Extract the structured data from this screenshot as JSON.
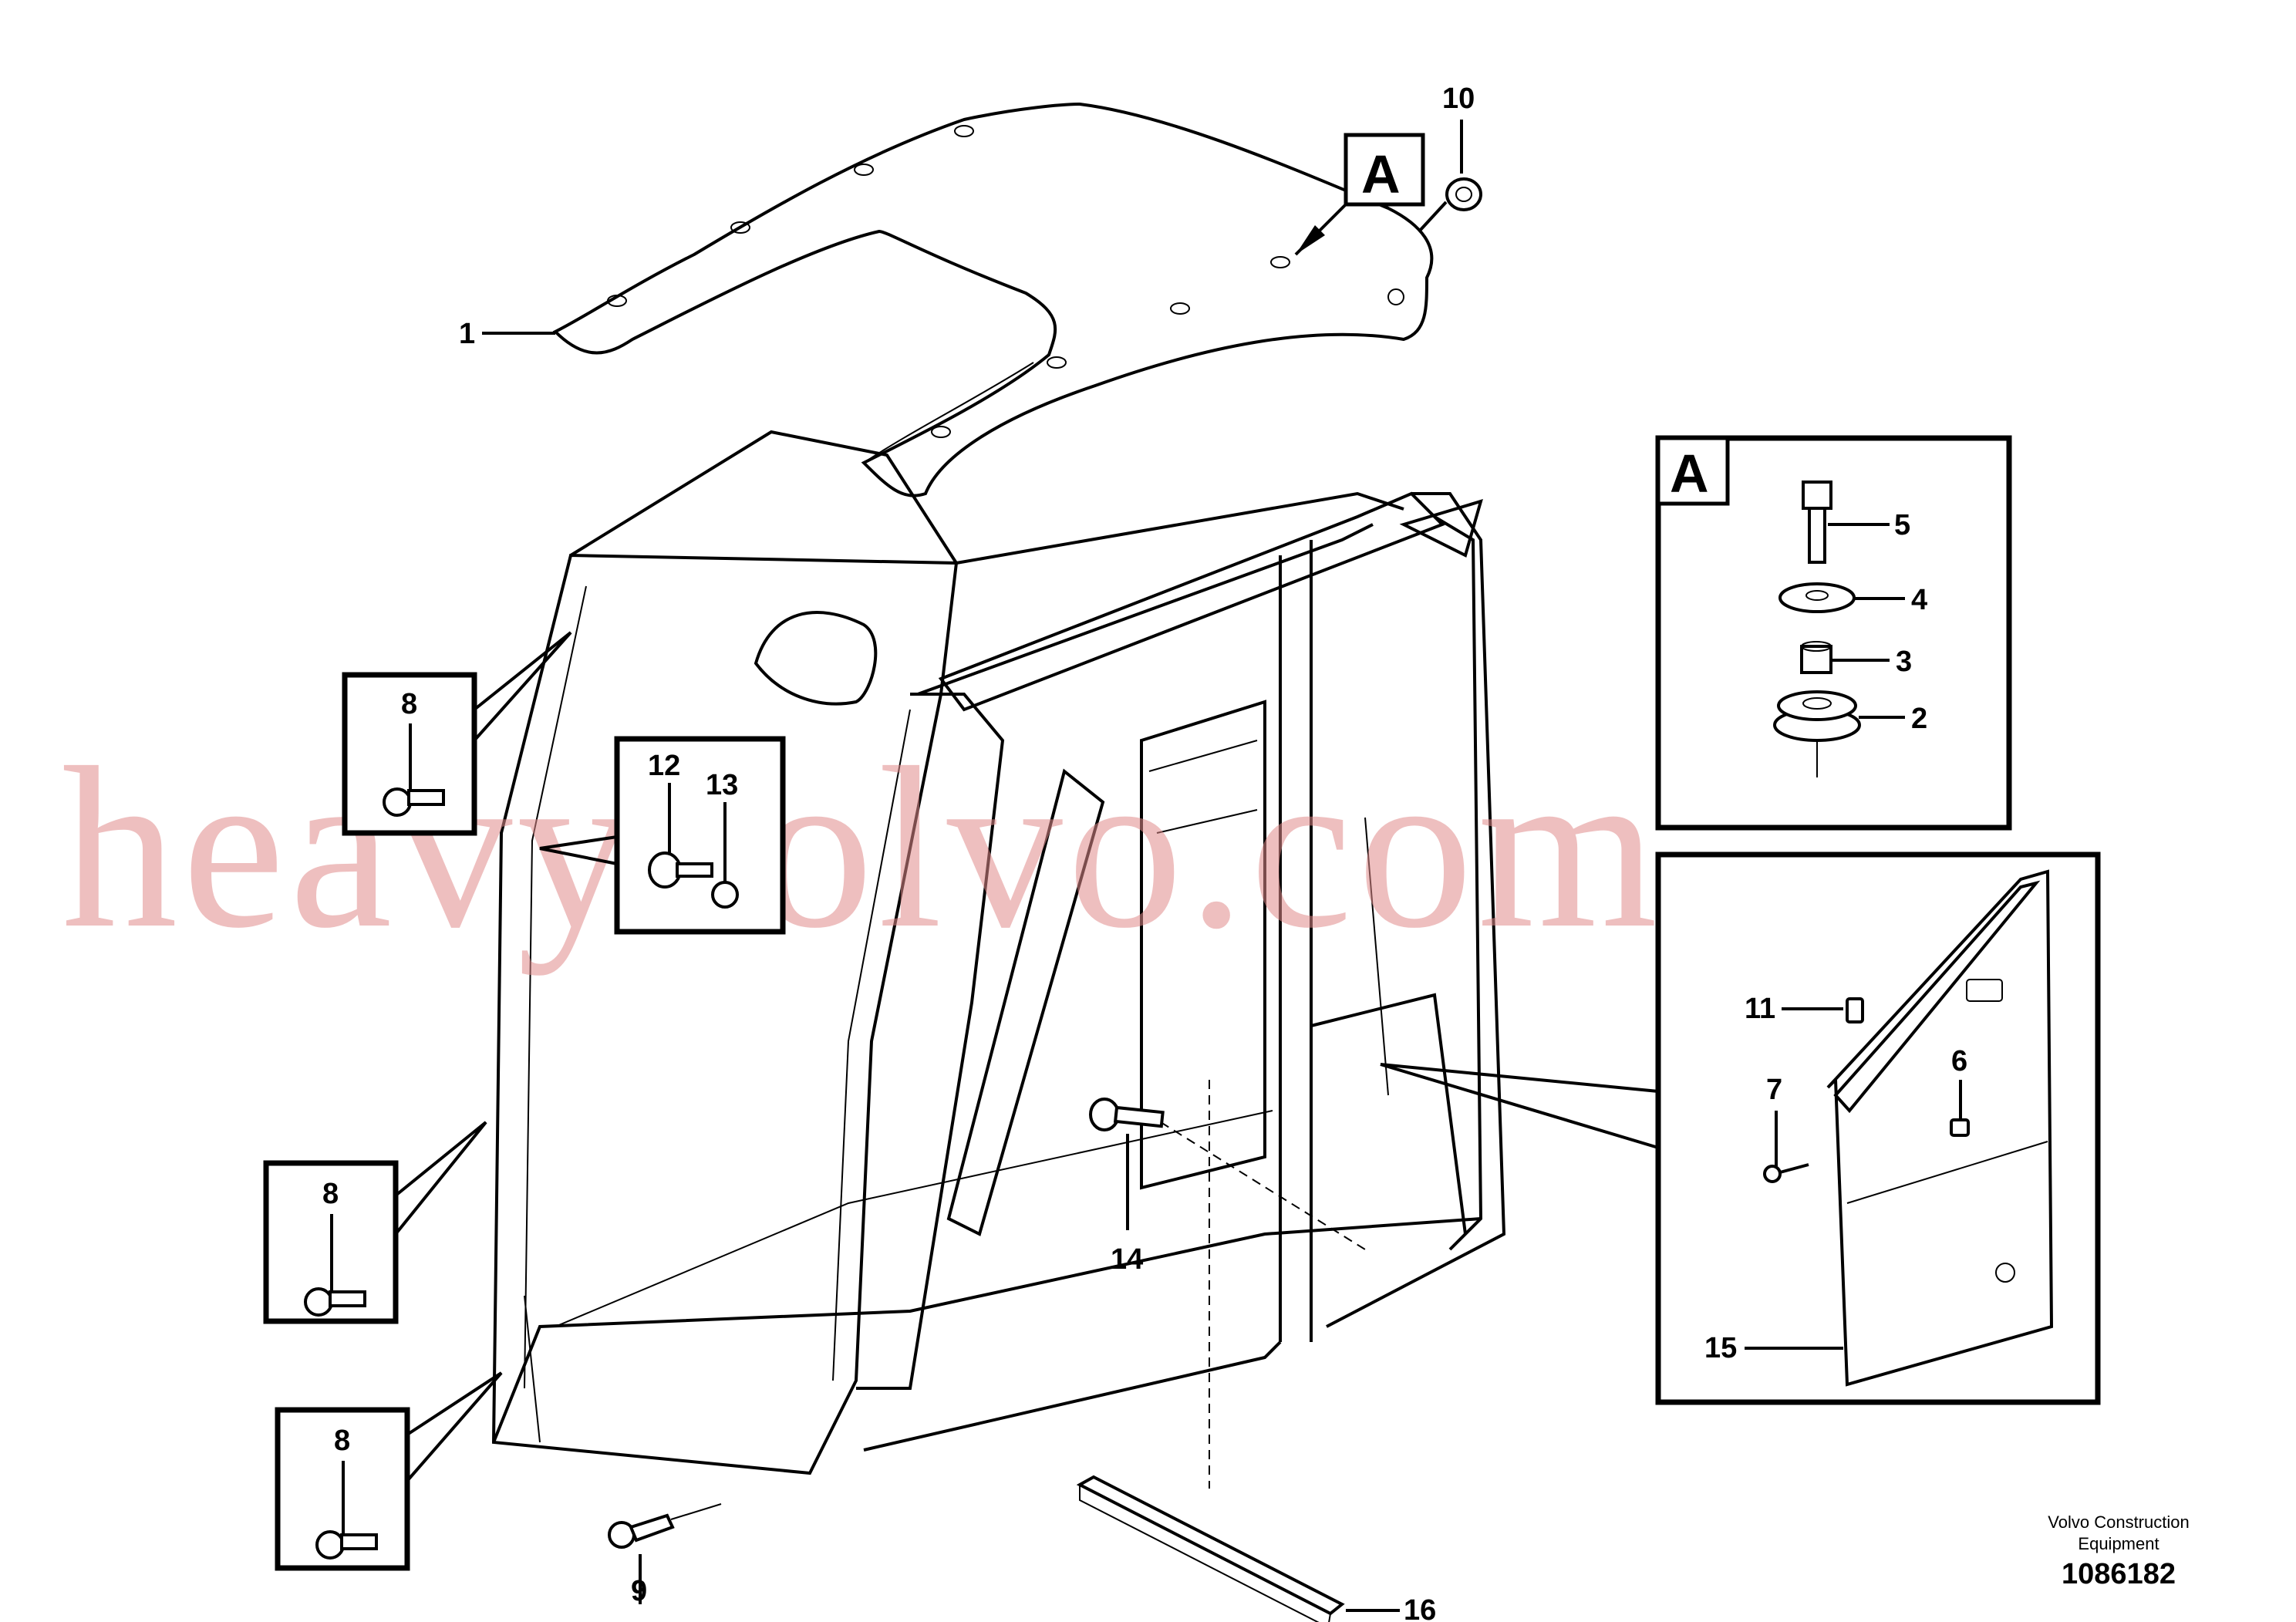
{
  "watermark": "heavyvolvo.com",
  "callouts": {
    "c1": "1",
    "c2": "2",
    "c3": "3",
    "c4": "4",
    "c5": "5",
    "c6": "6",
    "c7": "7",
    "c8a": "8",
    "c8b": "8",
    "c8c": "8",
    "c9": "9",
    "c10": "10",
    "c11": "11",
    "c12": "12",
    "c13": "13",
    "c14": "14",
    "c15": "15",
    "c16": "16"
  },
  "detail_labels": {
    "roof_marker": "A",
    "detail_box": "A"
  },
  "footer": {
    "company_line1": "Volvo Construction",
    "company_line2": "Equipment",
    "drawing_number": "1086182"
  }
}
